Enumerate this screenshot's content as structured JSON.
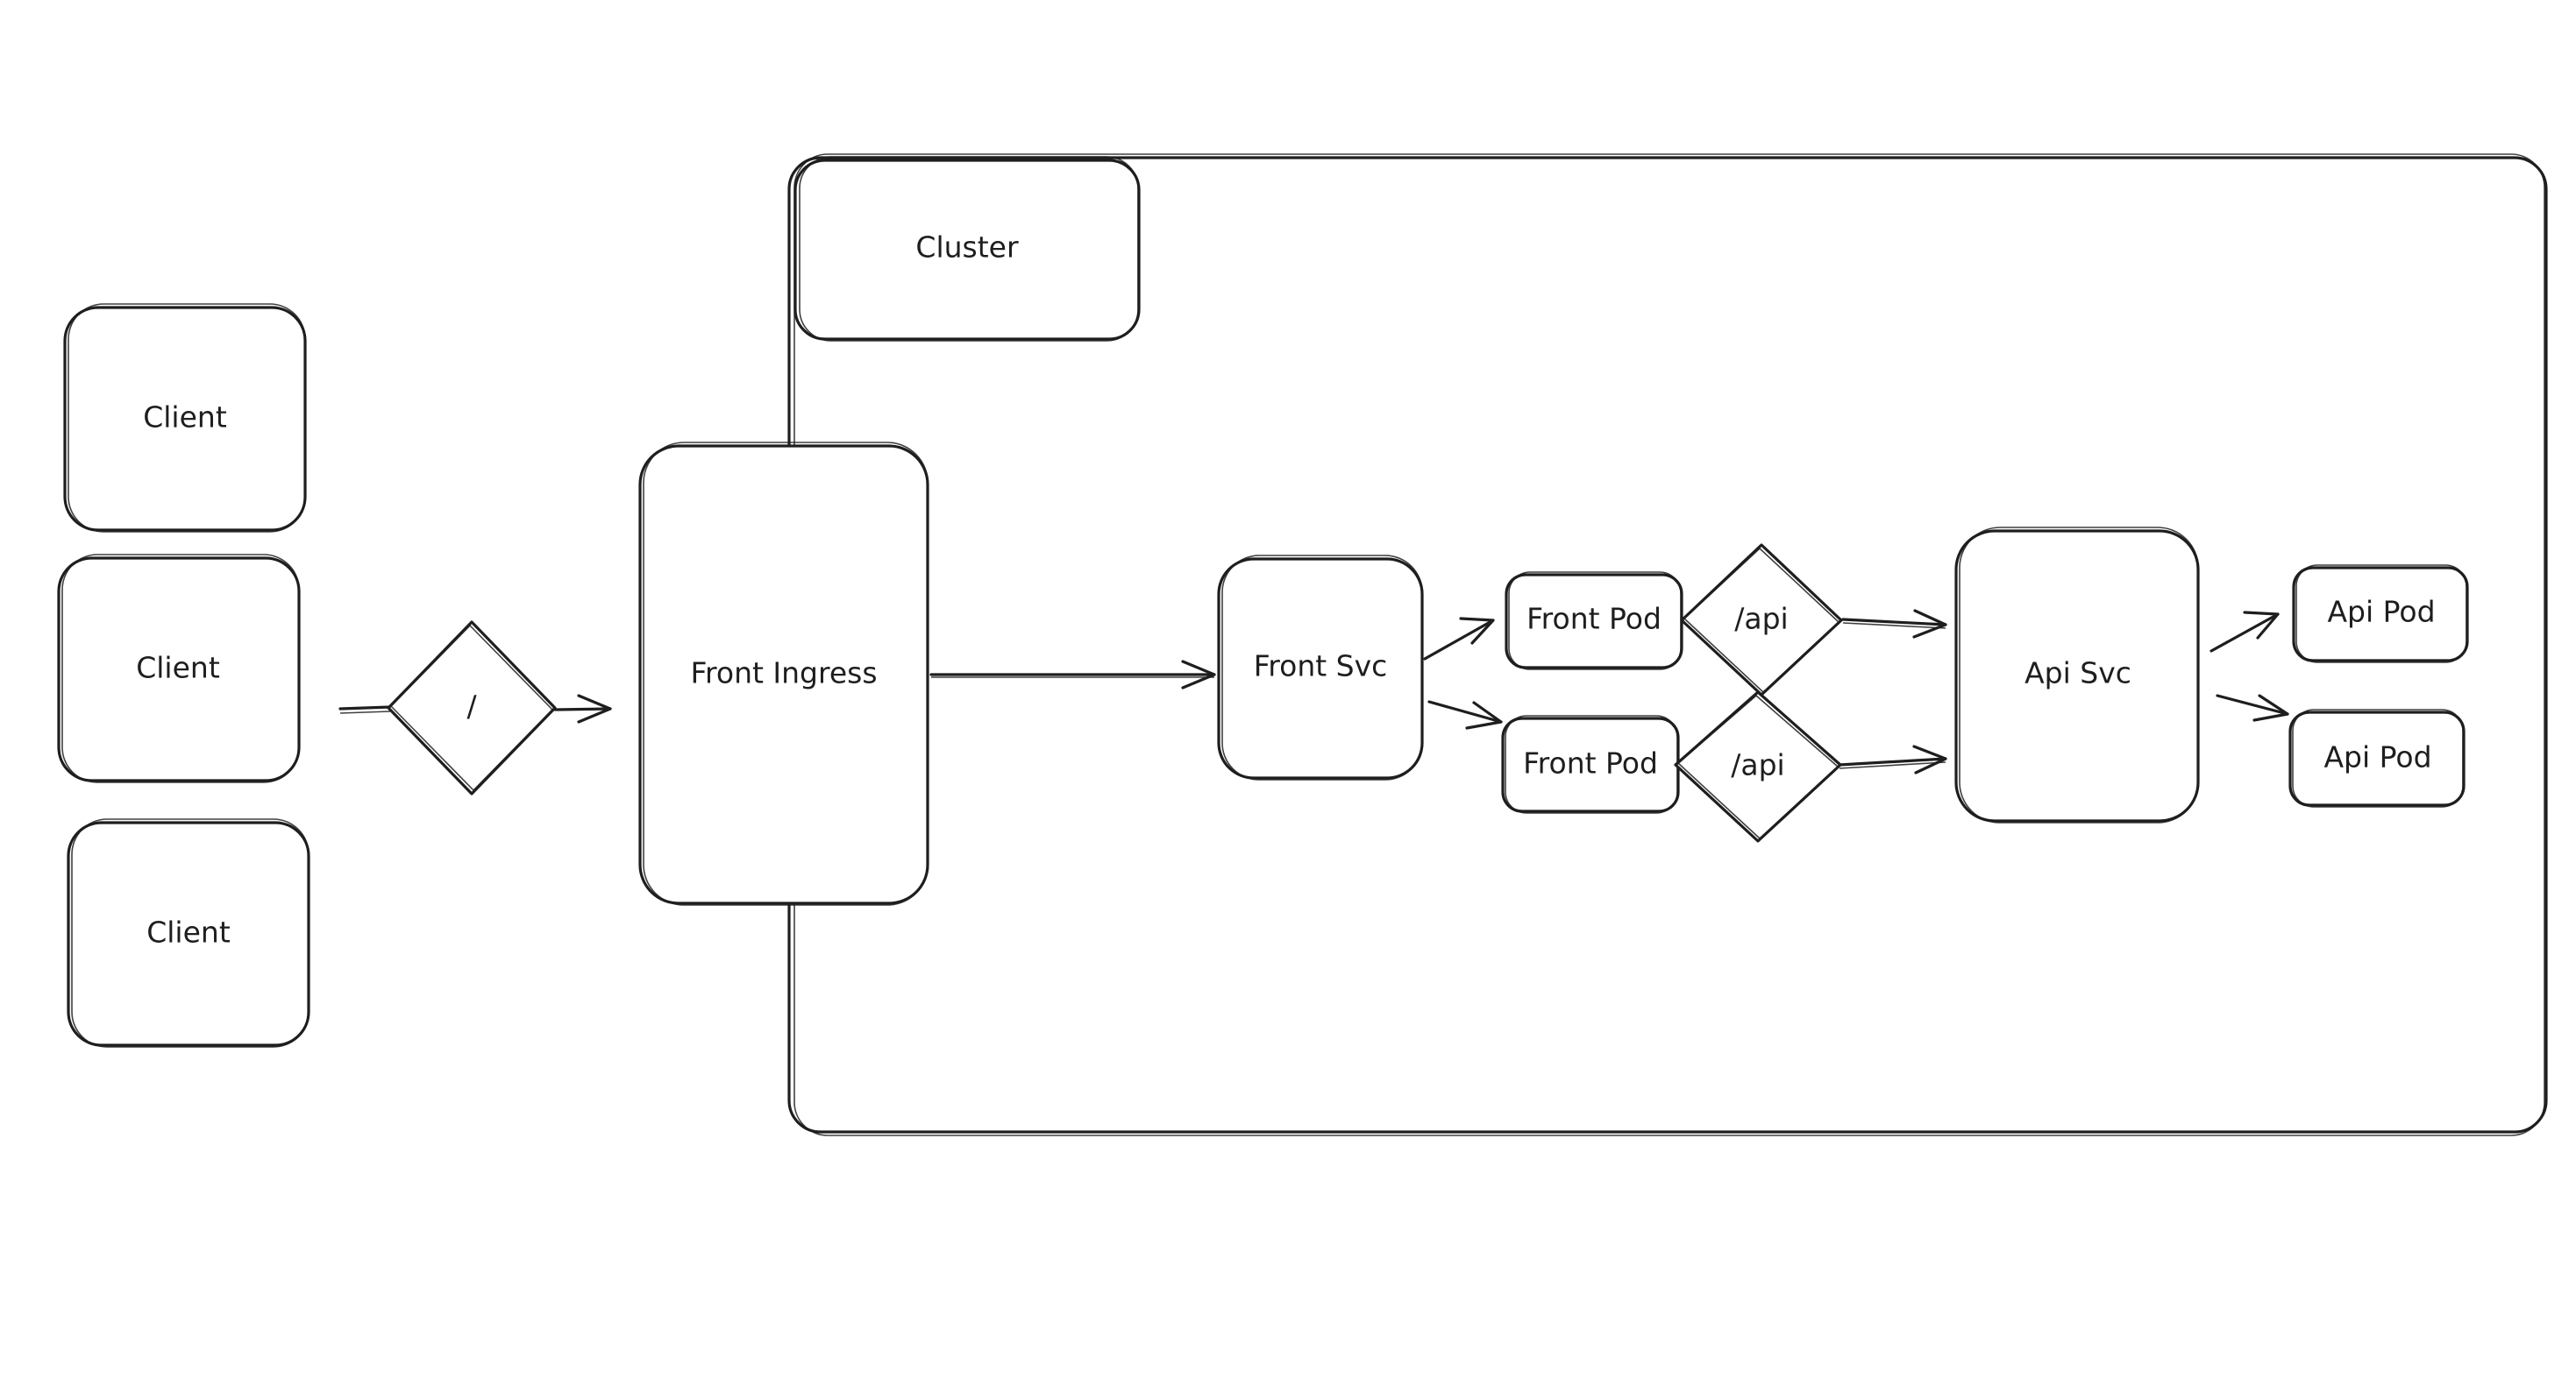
{
  "diagram": {
    "cluster": {
      "label": "Cluster"
    },
    "clients": [
      {
        "label": "Client"
      },
      {
        "label": "Client"
      },
      {
        "label": "Client"
      }
    ],
    "root_route": {
      "label": "/"
    },
    "front_ingress": {
      "label": "Front Ingress"
    },
    "front_svc": {
      "label": "Front Svc"
    },
    "front_pods": [
      {
        "label": "Front Pod"
      },
      {
        "label": "Front Pod"
      }
    ],
    "api_routes": [
      {
        "label": "/api"
      },
      {
        "label": "/api"
      }
    ],
    "api_svc": {
      "label": "Api Svc"
    },
    "api_pods": [
      {
        "label": "Api Pod"
      },
      {
        "label": "Api Pod"
      }
    ],
    "colors": {
      "stroke": "#1e1e1e",
      "fill": "#ffffff",
      "background": "#ffffff"
    }
  }
}
